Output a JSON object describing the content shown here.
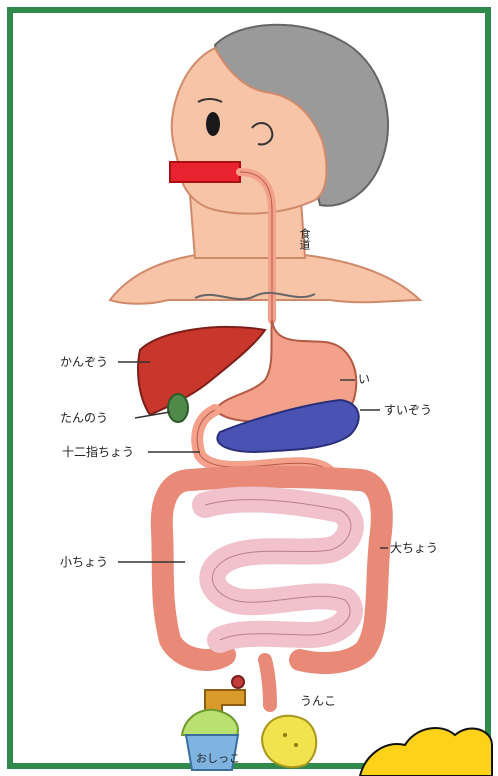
{
  "diagram": {
    "labels": {
      "esophagus": "食道",
      "liver": "かんぞう",
      "stomach": "い",
      "gallbladder": "たんのう",
      "pancreas": "すいぞう",
      "duodenum": "十二指ちょう",
      "small_intestine": "小ちょう",
      "large_intestine": "大ちょう",
      "stool": "うんこ",
      "urine": "おしっこ"
    }
  },
  "colors": {
    "frame": "#2f8a4c",
    "hair": "#9a9a9a",
    "skin": "#f7c4a8",
    "lips": "#e8232f",
    "liver": "#c9362c",
    "stomach": "#f3a18a",
    "pancreas": "#4a52b3",
    "small_intestine": "#f1c1cc",
    "large_intestine": "#e98978",
    "urine": "#b9e070",
    "cup": "#7fb3e0",
    "stool": "#f2e24e",
    "faucet": "#d99a2a",
    "cloud": "#ffd21a"
  }
}
